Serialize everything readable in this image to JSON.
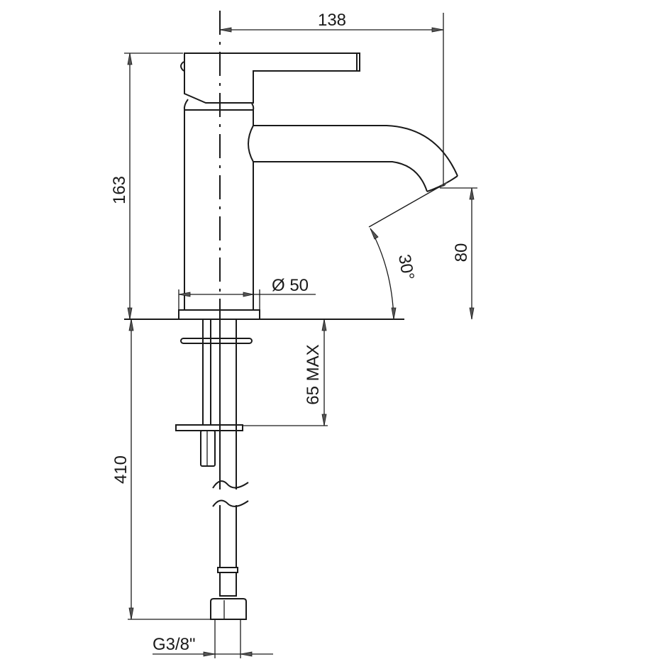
{
  "drawing": {
    "title": "Basin mixer dimensional drawing",
    "dimensions": {
      "width": "138",
      "height": "163",
      "spout_height": "80",
      "spout_angle": "30°",
      "base_diameter": "Ø 50",
      "max_deck_thickness": "65 MAX",
      "hose_length": "410",
      "connection": "G3/8\""
    }
  }
}
